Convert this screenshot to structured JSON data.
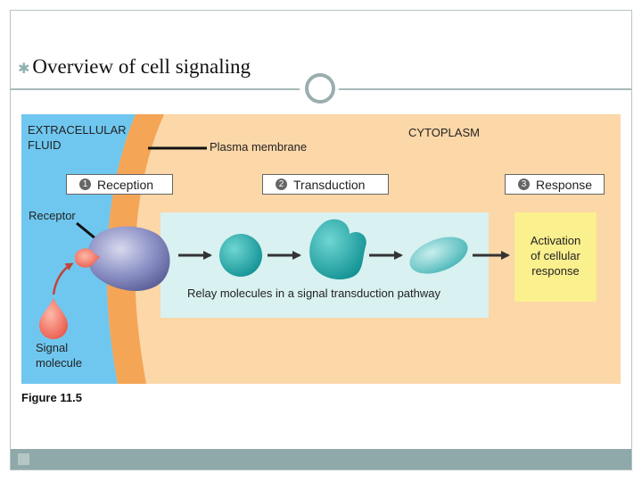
{
  "slide": {
    "title": "Overview of cell signaling"
  },
  "diagram": {
    "extracellular_label": "EXTRACELLULAR\nFLUID",
    "cytoplasm_label": "CYTOPLASM",
    "membrane_label": "Plasma membrane",
    "receptor_label": "Receptor",
    "signal_label": "Signal\nmolecule",
    "relay_label": "Relay molecules in a signal transduction pathway",
    "activation_label": "Activation\nof cellular\nresponse",
    "figure_label": "Figure 11.5",
    "steps": [
      {
        "num": "1",
        "label": "Reception"
      },
      {
        "num": "2",
        "label": "Transduction"
      },
      {
        "num": "3",
        "label": "Response"
      }
    ],
    "colors": {
      "extracellular": "#6fc7ef",
      "membrane": "#f5a556",
      "cytoplasm": "#fcd7a8",
      "relay_box": "#d9f1f1",
      "response_box": "#fbf08e",
      "relay_molecule": "#1ea7a7",
      "receptor": "#8a8fc4",
      "signal": "#f47c6c"
    }
  }
}
